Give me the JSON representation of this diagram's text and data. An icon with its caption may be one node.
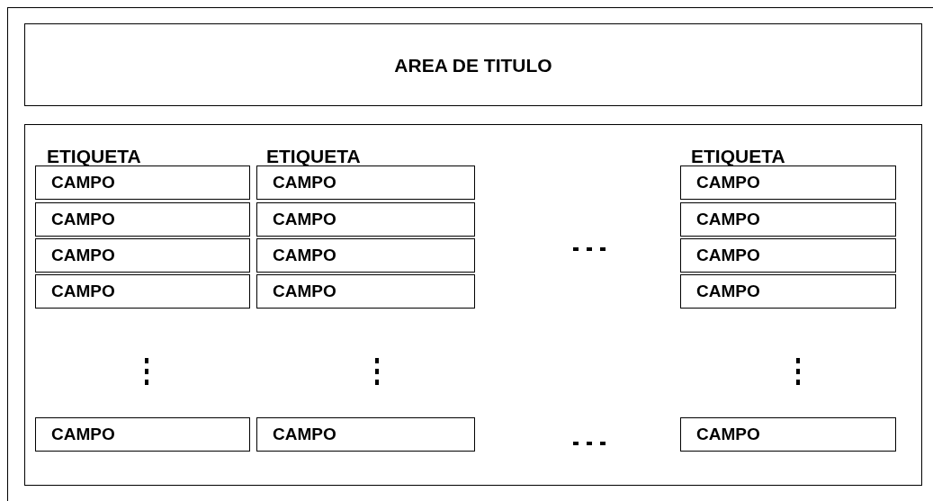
{
  "diagram": {
    "nodes": [
      {
        "text": [],
        "shape": "box"
      },
      {
        "text": [
          "AREA DE TITULO"
        ],
        "in": 0
      },
      {
        "text": [],
        "shape": "box",
        "in": 0
      },
      {
        "text": [
          "CAMPO"
        ],
        "in": 2
      },
      {
        "text": [
          "CAMPO"
        ],
        "in": 2
      },
      {
        "text": [
          "CAMPO"
        ],
        "in": 2
      },
      {
        "text": [
          "CAMPO"
        ],
        "in": 2
      },
      {
        "text": [
          "CAMPO"
        ],
        "in": 2
      },
      {
        "text": [
          "CAMPO"
        ],
        "in": 2
      },
      {
        "text": [
          "CAMPO"
        ],
        "in": 2
      },
      {
        "text": [
          "CAMPO"
        ],
        "in": 2
      },
      {
        "text": [
          "CAMPO"
        ],
        "in": 2
      },
      {
        "text": [
          "CAMPO"
        ],
        "in": 2
      },
      {
        "text": [
          "CAMPO"
        ],
        "in": 2
      },
      {
        "text": [
          "CAMPO"
        ],
        "in": 2
      },
      {
        "text": [
          "CAMPO"
        ],
        "in": 2
      },
      {
        "text": [
          "CAMPO"
        ],
        "in": 2
      },
      {
        "text": [
          "CAMPO"
        ],
        "in": 2
      }
    ],
    "labels": [
      "ETIQUETA",
      "ETIQUETA",
      "ETIQUETA"
    ]
  }
}
